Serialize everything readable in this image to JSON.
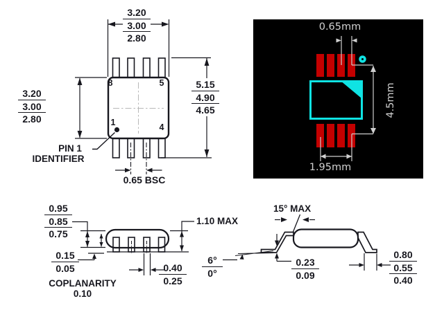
{
  "top_view": {
    "dim_width": {
      "values": [
        "3.20",
        "3.00",
        "2.80"
      ]
    },
    "dim_body_height": {
      "values": [
        "3.20",
        "3.00",
        "2.80"
      ]
    },
    "dim_overall_length": {
      "values": [
        "5.15",
        "4.90",
        "4.65"
      ]
    },
    "pins": {
      "top_left": "8",
      "top_right": "5",
      "bottom_left": "1",
      "bottom_right": "4"
    },
    "pin1_line1": "PIN 1",
    "pin1_line2": "IDENTIFIER",
    "pitch": "0.65 BSC"
  },
  "land_pattern": {
    "pad_pitch": "0.65mm",
    "pattern_height": "4.5mm",
    "pad_group_width": "1.95mm",
    "colors": {
      "background": "#000000",
      "pad": "#c40000",
      "silkscreen": "#0fe3e3",
      "dimension_text": "#d2d2d2"
    }
  },
  "front_view": {
    "dim_height": {
      "values": [
        "0.95",
        "0.85",
        "0.75"
      ]
    },
    "dim_standoff": {
      "values": [
        "0.15",
        "0.05"
      ]
    },
    "coplanarity_label": "COPLANARITY",
    "coplanarity_value": "0.10",
    "dim_max_height": "1.10 MAX",
    "dim_lead_width": {
      "values": [
        "0.40",
        "0.25"
      ]
    }
  },
  "side_view": {
    "dim_lead_angle": "15° MAX",
    "dim_foot_angle": {
      "values": [
        "6°",
        "0°"
      ]
    },
    "dim_lead_thickness": {
      "values": [
        "0.23",
        "0.09"
      ]
    },
    "dim_foot_length": {
      "values": [
        "0.80",
        "0.55",
        "0.40"
      ]
    }
  }
}
